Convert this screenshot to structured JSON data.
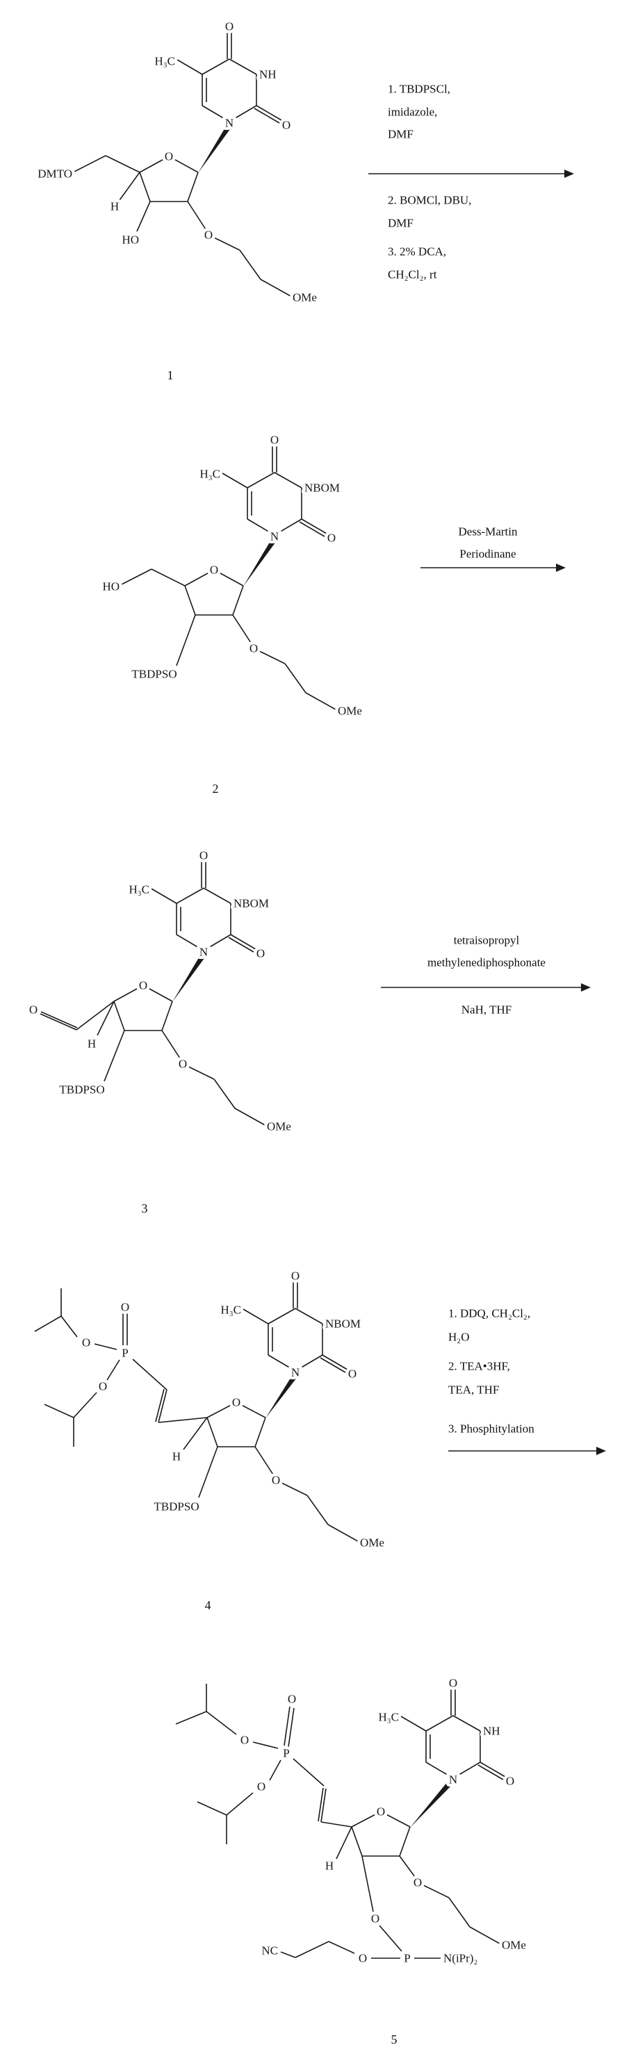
{
  "compounds": [
    {
      "number": "1",
      "labels": {
        "base_o4": "O",
        "base_methyl": "H₃C",
        "base_n3": "NH",
        "base_o2": "O",
        "base_n1": "N",
        "ring_o": "O",
        "c5_group": "DMTO",
        "c4_h": "H",
        "c3_group": "HO",
        "o2prime": "O",
        "moe_ome": "OMe"
      }
    },
    {
      "number": "2",
      "labels": {
        "base_o4": "O",
        "base_methyl": "H₃C",
        "base_n3": "NBOM",
        "base_o2": "O",
        "base_n1": "N",
        "ring_o": "O",
        "c5_group": "HO",
        "c3_group": "TBDPSO",
        "o2prime": "O",
        "moe_ome": "OMe"
      }
    },
    {
      "number": "3",
      "labels": {
        "base_o4": "O",
        "base_methyl": "H₃C",
        "base_n3": "NBOM",
        "base_o2": "O",
        "base_n1": "N",
        "ring_o": "O",
        "aldehyde_o": "O",
        "c4_h": "H",
        "c3_group": "TBDPSO",
        "o2prime": "O",
        "moe_ome": "OMe"
      }
    },
    {
      "number": "4",
      "labels": {
        "phos_o_dbl": "O",
        "phos_p": "P",
        "phos_o_upper": "O",
        "phos_o_lower": "O",
        "base_o4": "O",
        "base_methyl": "H₃C",
        "base_n3": "NBOM",
        "base_o2": "O",
        "base_n1": "N",
        "ring_o": "O",
        "c4_h": "H",
        "c3_group": "TBDPSO",
        "o2prime": "O",
        "moe_ome": "OMe"
      }
    },
    {
      "number": "5",
      "labels": {
        "phos_o_dbl": "O",
        "phos_p": "P",
        "phos_o_upper": "O",
        "phos_o_lower": "O",
        "base_o4": "O",
        "base_methyl": "H₃C",
        "base_n3": "NH",
        "base_o2": "O",
        "base_n1": "N",
        "ring_o": "O",
        "c4_h": "H",
        "o3prime": "O",
        "amidite_p": "P",
        "amidite_n": "N(iPr)₂",
        "amidite_o": "O",
        "nitrile": "NC",
        "o2prime": "O",
        "moe_ome": "OMe"
      }
    }
  ],
  "reactions": [
    {
      "above": [
        "1. TBDPSCl,",
        "imidazole,",
        "DMF"
      ],
      "below": [
        "2. BOMCl, DBU,",
        "DMF",
        "3. 2% DCA,",
        "CH₂Cl₂, rt"
      ]
    },
    {
      "above": [
        "Dess-Martin",
        "Periodinane"
      ],
      "below": []
    },
    {
      "above": [
        "tetraisopropyl",
        "methylenediphosphonate"
      ],
      "below": [
        "NaH, THF"
      ]
    },
    {
      "above": [
        "1. DDQ, CH₂Cl₂,",
        "H₂O",
        "2. TEA•3HF,",
        "TEA, THF",
        "3. Phosphitylation"
      ],
      "below": []
    }
  ]
}
